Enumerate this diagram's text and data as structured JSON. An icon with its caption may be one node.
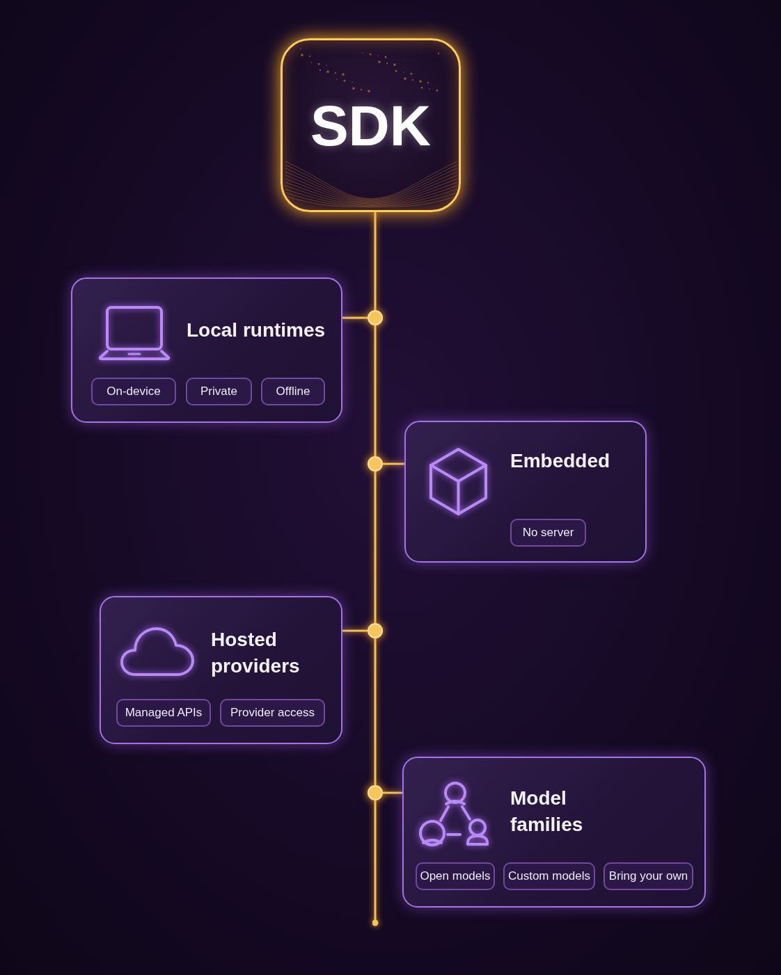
{
  "diagram": {
    "nodes": [
      {
        "text": [
          "SDK"
        ]
      },
      {
        "text": [],
        "shape": "circle"
      },
      {
        "text": [
          "Local runtimes"
        ]
      },
      {
        "text": [
          "On-device"
        ],
        "in": 2
      },
      {
        "text": [
          "Private"
        ],
        "in": 2
      },
      {
        "text": [
          "Offline"
        ],
        "in": 2
      },
      {
        "text": [],
        "shape": "circle"
      },
      {
        "text": [
          "Embedded"
        ]
      },
      {
        "text": [
          "No server"
        ],
        "in": 7
      },
      {
        "text": [],
        "shape": "circle"
      },
      {
        "text": [
          "Hosted providers"
        ]
      },
      {
        "text": [
          "Managed APIs"
        ],
        "in": 10
      },
      {
        "text": [
          "Provider access"
        ],
        "in": 10
      },
      {
        "text": [],
        "shape": "circle"
      },
      {
        "text": [
          "Model families"
        ]
      },
      {
        "text": [
          "Open models"
        ],
        "in": 14
      },
      {
        "text": [
          "Custom models"
        ],
        "in": 14
      },
      {
        "text": [
          "Bring your own"
        ],
        "in": 14
      }
    ],
    "edges": [
      {
        "from": 0,
        "to": 1,
        "arrow": "none"
      },
      {
        "from": 1,
        "to": 2,
        "arrow": "none"
      },
      {
        "from": 1,
        "to": 6,
        "arrow": "none"
      },
      {
        "from": 6,
        "to": 7,
        "arrow": "none"
      },
      {
        "from": 6,
        "to": 9,
        "arrow": "none"
      },
      {
        "from": 9,
        "to": 10,
        "arrow": "none"
      },
      {
        "from": 9,
        "to": 13,
        "arrow": "none"
      },
      {
        "from": 13,
        "to": 14,
        "arrow": "none"
      },
      {
        "from": 13,
        "to": null,
        "arrow": "other"
      }
    ]
  }
}
